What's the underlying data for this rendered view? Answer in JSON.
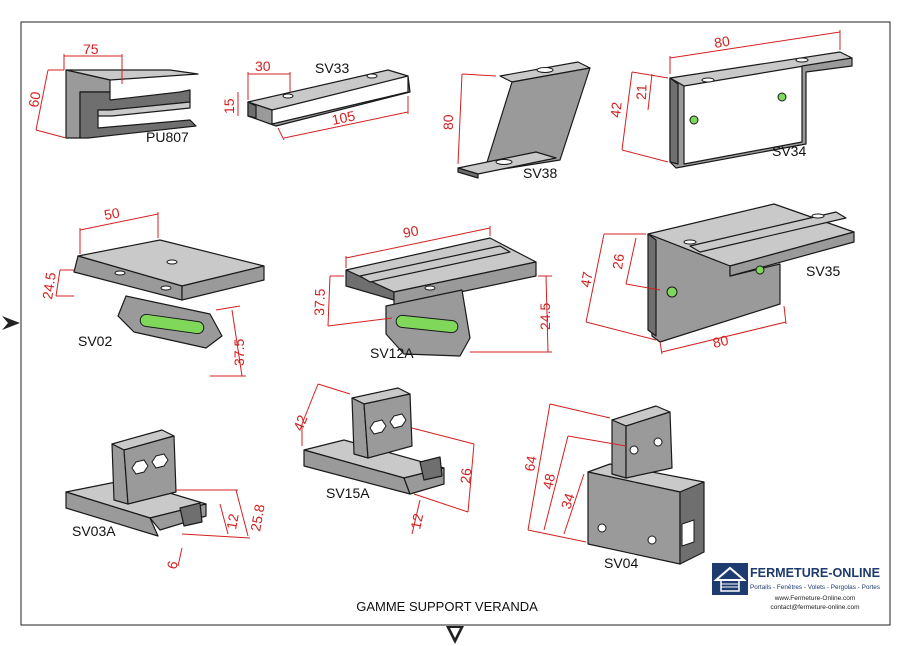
{
  "title": "GAMME SUPPORT VERANDA",
  "parts": [
    {
      "id": "PU807",
      "dims": [
        "75",
        "60"
      ]
    },
    {
      "id": "SV33",
      "dims": [
        "30",
        "15",
        "105"
      ]
    },
    {
      "id": "SV38",
      "dims": [
        "80"
      ]
    },
    {
      "id": "SV34",
      "dims": [
        "80",
        "21",
        "42"
      ]
    },
    {
      "id": "SV02",
      "dims": [
        "50",
        "24.5",
        "37.5"
      ]
    },
    {
      "id": "SV12A",
      "dims": [
        "90",
        "37.5",
        "24.5"
      ]
    },
    {
      "id": "SV35",
      "dims": [
        "26",
        "47",
        "80"
      ]
    },
    {
      "id": "SV03A",
      "dims": [
        "25.8",
        "12",
        "6"
      ]
    },
    {
      "id": "SV15A",
      "dims": [
        "42",
        "26",
        "12"
      ]
    },
    {
      "id": "SV04",
      "dims": [
        "64",
        "48",
        "34"
      ]
    }
  ],
  "logo": {
    "brand": "FERMETURE-ONLINE",
    "tagline": "Portails - Fenêtres - Volets - Pergolas - Portes",
    "website": "www.Fermeture-Online.com",
    "contact": "contact@fermeture-online.com"
  },
  "colors": {
    "dimension": "#d42020",
    "hole": "#7fd85a",
    "logo_bg": "#1d3b6e"
  }
}
